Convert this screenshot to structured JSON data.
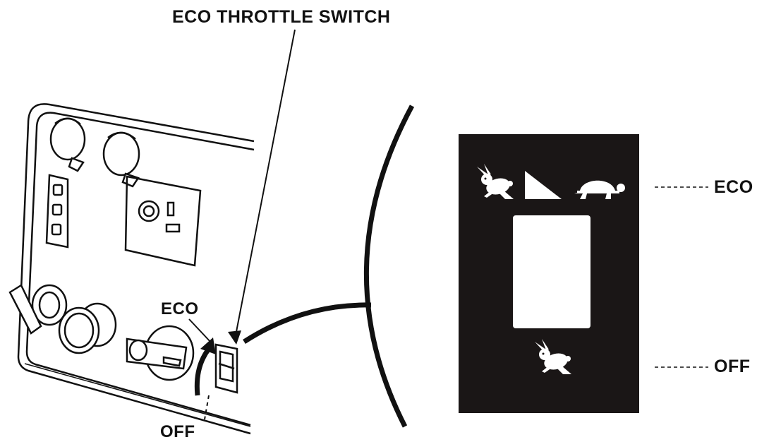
{
  "labels": {
    "title": "ECO THROTTLE SWITCH",
    "eco_left": "ECO",
    "off_left": "OFF",
    "eco_right": "ECO",
    "off_right": "OFF"
  },
  "colors": {
    "ink": "#111111",
    "panel_bg": "#1a1616",
    "window": "#ffffff"
  },
  "icons": {
    "fast": "rabbit-icon",
    "slope": "throttle-ramp-icon",
    "slow": "turtle-icon"
  }
}
